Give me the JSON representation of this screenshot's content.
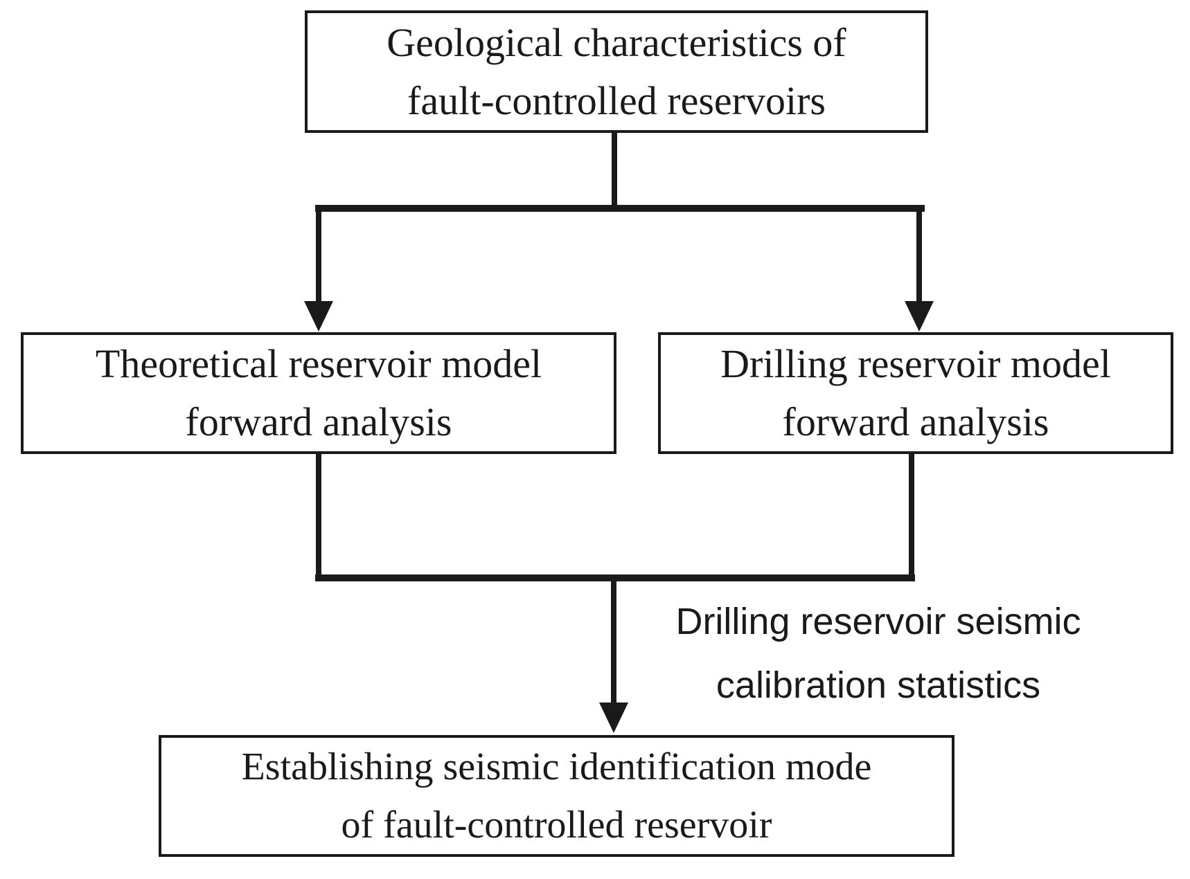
{
  "diagram": {
    "nodes": {
      "geological": {
        "line1": "Geological characteristics of",
        "line2": "fault-controlled reservoirs"
      },
      "theoretical": {
        "line1": "Theoretical reservoir model",
        "line2": "forward analysis"
      },
      "drilling": {
        "line1": "Drilling reservoir model",
        "line2": "forward analysis"
      },
      "establishing": {
        "line1": "Establishing seismic identification mode",
        "line2": "of fault-controlled reservoir"
      }
    },
    "edge_label": {
      "line1": "Drilling reservoir seismic",
      "line2": "calibration statistics"
    },
    "colors": {
      "ink": "#1a1a1a",
      "background": "#ffffff"
    }
  }
}
